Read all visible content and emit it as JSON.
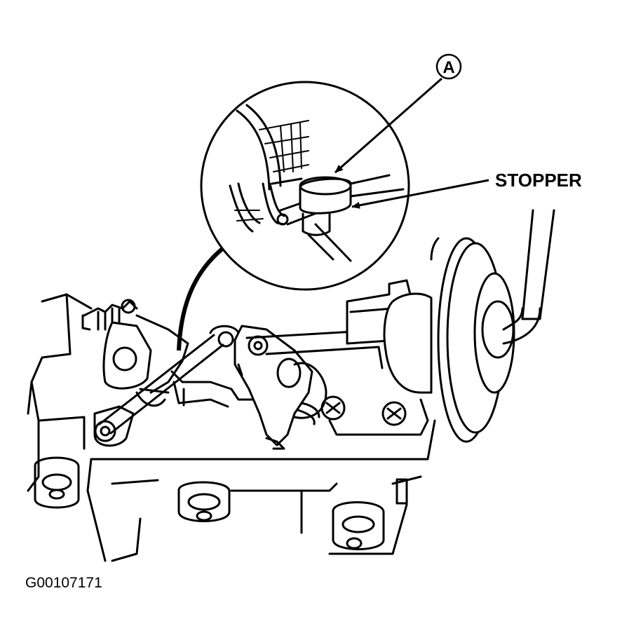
{
  "callouts": {
    "a": "A",
    "stopper": "STOPPER"
  },
  "figure_id": "G00107171"
}
